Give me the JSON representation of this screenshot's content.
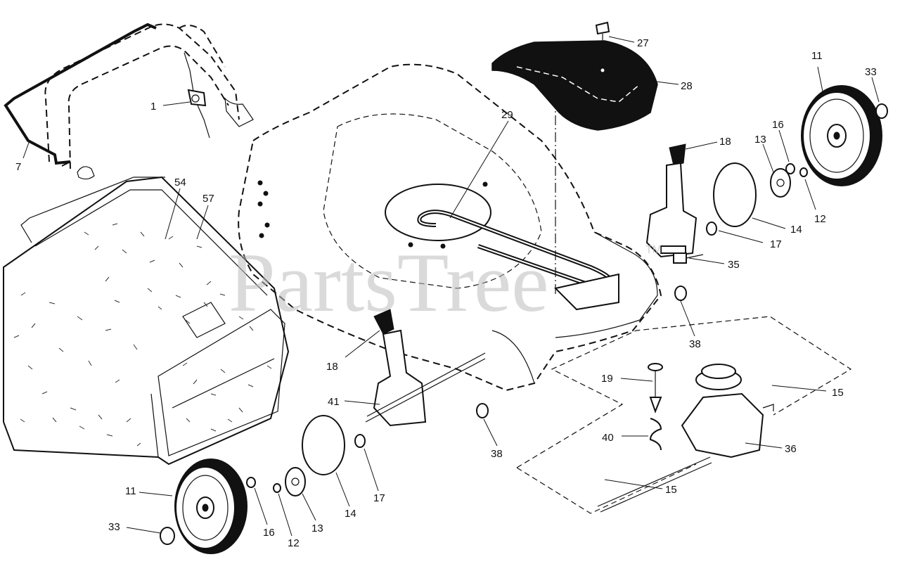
{
  "watermark": {
    "text": "PartsTree",
    "trademark": "TM"
  },
  "callouts": [
    {
      "id": "c1",
      "text": "1"
    },
    {
      "id": "c7",
      "text": "7"
    },
    {
      "id": "c54",
      "text": "54"
    },
    {
      "id": "c57",
      "text": "57"
    },
    {
      "id": "c27",
      "text": "27"
    },
    {
      "id": "c28",
      "text": "28"
    },
    {
      "id": "c29",
      "text": "29"
    },
    {
      "id": "c18a",
      "text": "18"
    },
    {
      "id": "c18b",
      "text": "18"
    },
    {
      "id": "c11a",
      "text": "11"
    },
    {
      "id": "c33a",
      "text": "33"
    },
    {
      "id": "c16a",
      "text": "16"
    },
    {
      "id": "c13a",
      "text": "13"
    },
    {
      "id": "c12a",
      "text": "12"
    },
    {
      "id": "c14a",
      "text": "14"
    },
    {
      "id": "c17a",
      "text": "17"
    },
    {
      "id": "c35",
      "text": "35"
    },
    {
      "id": "c38a",
      "text": "38"
    },
    {
      "id": "c41",
      "text": "41"
    },
    {
      "id": "c38b",
      "text": "38"
    },
    {
      "id": "c19",
      "text": "19"
    },
    {
      "id": "c15a",
      "text": "15"
    },
    {
      "id": "c40",
      "text": "40"
    },
    {
      "id": "c36",
      "text": "36"
    },
    {
      "id": "c15b",
      "text": "15"
    },
    {
      "id": "c11b",
      "text": "11"
    },
    {
      "id": "c33b",
      "text": "33"
    },
    {
      "id": "c16b",
      "text": "16"
    },
    {
      "id": "c12b",
      "text": "12"
    },
    {
      "id": "c13b",
      "text": "13"
    },
    {
      "id": "c14b",
      "text": "14"
    },
    {
      "id": "c17b",
      "text": "17"
    }
  ]
}
